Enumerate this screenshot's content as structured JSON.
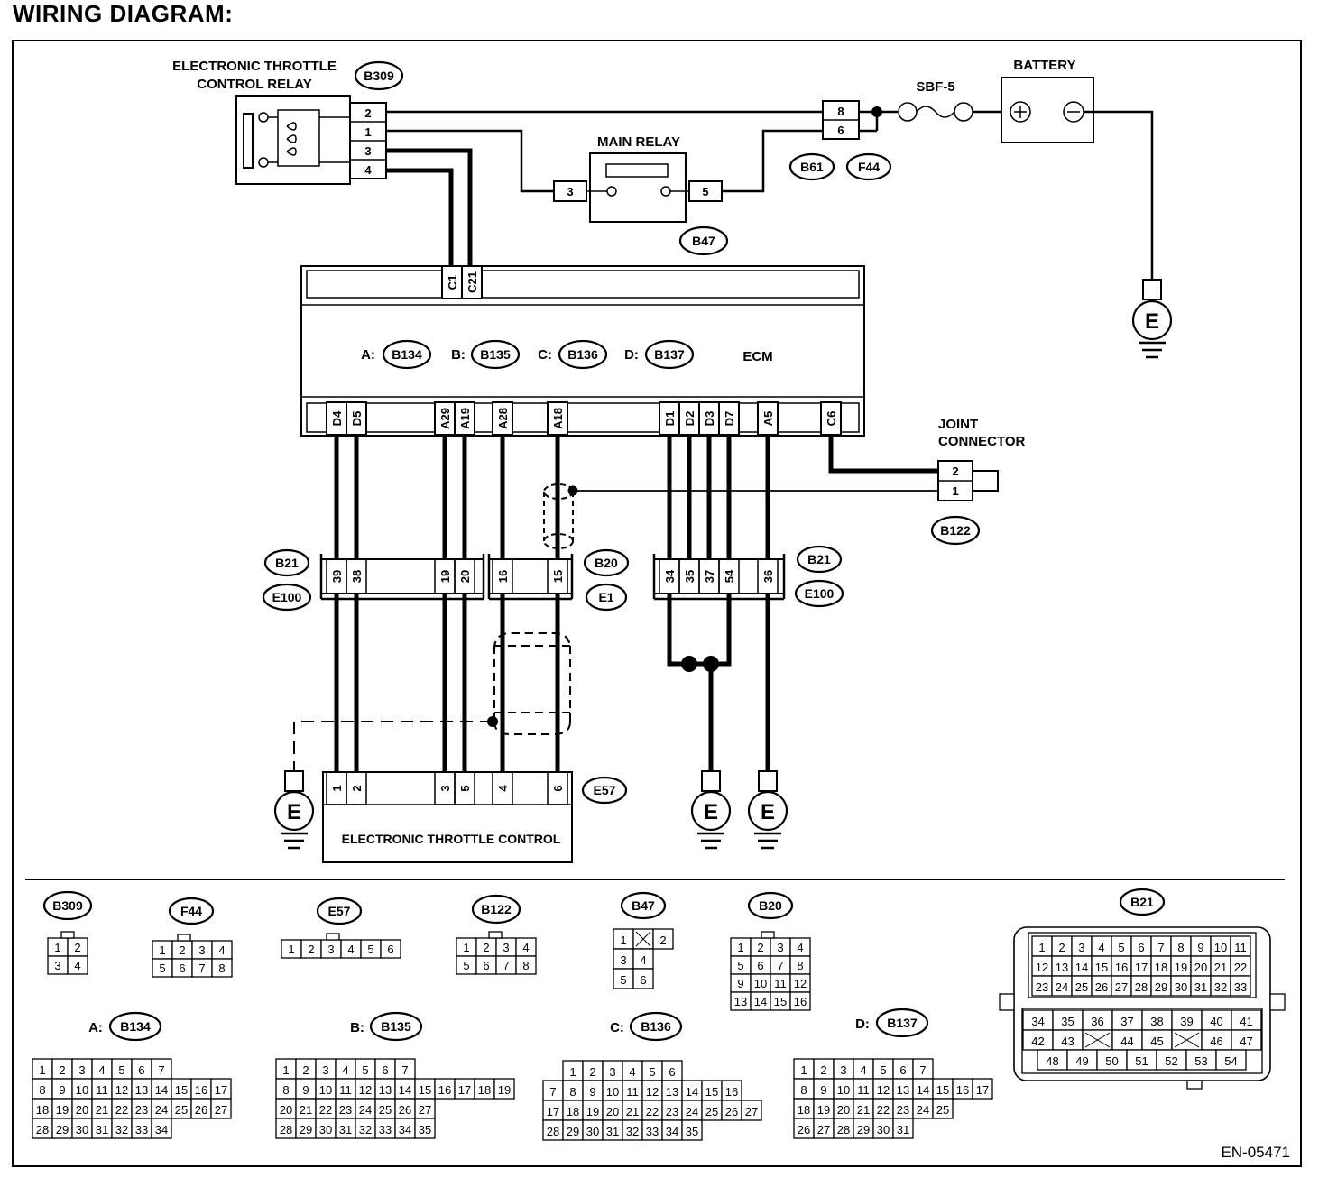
{
  "title": "WIRING DIAGRAM:",
  "footer_code": "EN-05471",
  "components": {
    "relay_label_1": "ELECTRONIC THROTTLE",
    "relay_label_2": "CONTROL RELAY",
    "main_relay": "MAIN RELAY",
    "battery": "BATTERY",
    "fuse": "SBF-5",
    "ecm": "ECM",
    "joint_1": "JOINT",
    "joint_2": "CONNECTOR",
    "etc": "ELECTRONIC THROTTLE CONTROL",
    "ground": "E"
  },
  "connector_ids": {
    "B309": "B309",
    "B61": "B61",
    "F44": "F44",
    "B47": "B47",
    "B134": "B134",
    "B135": "B135",
    "B136": "B136",
    "B137": "B137",
    "B122": "B122",
    "B21": "B21",
    "E100": "E100",
    "B20": "B20",
    "E1": "E1",
    "E57": "E57"
  },
  "ecm_prefixes": {
    "a": "A:",
    "b": "B:",
    "c": "C:",
    "d": "D:"
  },
  "relay_pins": [
    "2",
    "1",
    "3",
    "4"
  ],
  "main_relay_pins": {
    "left": "3",
    "right": "5"
  },
  "fuse_connector_pins": [
    "8",
    "6"
  ],
  "ecm_top_pins": [
    "C1",
    "C21"
  ],
  "ecm_bottom_pins": [
    "D4",
    "D5",
    "A29",
    "A19",
    "A28",
    "A18",
    "D1",
    "D2",
    "D3",
    "D7",
    "A5",
    "C6"
  ],
  "joint_pins": [
    "2",
    "1"
  ],
  "mid_conn_left": [
    "39",
    "38",
    "19",
    "20"
  ],
  "mid_conn_center": [
    "16",
    "15"
  ],
  "mid_conn_right": [
    "34",
    "35",
    "37",
    "54",
    "36"
  ],
  "etc_pins": [
    "1",
    "2",
    "3",
    "5",
    "4",
    "6"
  ],
  "faces": {
    "B309": [
      [
        "1",
        "2"
      ],
      [
        "3",
        "4"
      ]
    ],
    "F44": [
      [
        "1",
        "2",
        "3",
        "4"
      ],
      [
        "5",
        "6",
        "7",
        "8"
      ]
    ],
    "E57": [
      [
        "1",
        "2",
        "3",
        "4",
        "5",
        "6"
      ]
    ],
    "B122": [
      [
        "1",
        "2",
        "3",
        "4"
      ],
      [
        "5",
        "6",
        "7",
        "8"
      ]
    ],
    "B47": [
      [
        "1",
        "",
        "2"
      ],
      [
        "3",
        "4"
      ],
      [
        "5",
        "6"
      ]
    ],
    "B20": [
      [
        "1",
        "2",
        "3",
        "4"
      ],
      [
        "5",
        "6",
        "7",
        "8"
      ],
      [
        "9",
        "10",
        "11",
        "12"
      ],
      [
        "13",
        "14",
        "15",
        "16"
      ]
    ],
    "B21_top": [
      [
        "1",
        "2",
        "3",
        "4",
        "5",
        "6",
        "7",
        "8",
        "9",
        "10",
        "11"
      ],
      [
        "12",
        "13",
        "14",
        "15",
        "16",
        "17",
        "18",
        "19",
        "20",
        "21",
        "22"
      ],
      [
        "23",
        "24",
        "25",
        "26",
        "27",
        "28",
        "29",
        "30",
        "31",
        "32",
        "33"
      ]
    ],
    "B21_bottom": [
      [
        "34",
        "35",
        "36",
        "37",
        "38",
        "39",
        "40",
        "41"
      ],
      [
        "42",
        "43",
        "",
        "44",
        "45",
        "",
        "46",
        "47"
      ],
      [
        "48",
        "49",
        "50",
        "51",
        "52",
        "53",
        "54"
      ]
    ],
    "B134": [
      [
        "1",
        "2",
        "3",
        "4",
        "5",
        "6",
        "7"
      ],
      [
        "8",
        "9",
        "10",
        "11",
        "12",
        "13",
        "14",
        "15",
        "16",
        "17"
      ],
      [
        "18",
        "19",
        "20",
        "21",
        "22",
        "23",
        "24",
        "25",
        "26",
        "27"
      ],
      [
        "28",
        "29",
        "30",
        "31",
        "32",
        "33",
        "34"
      ]
    ],
    "B135": [
      [
        "1",
        "2",
        "3",
        "4",
        "5",
        "6",
        "7"
      ],
      [
        "8",
        "9",
        "10",
        "11",
        "12",
        "13",
        "14",
        "15",
        "16",
        "17",
        "18",
        "19"
      ],
      [
        "20",
        "21",
        "22",
        "23",
        "24",
        "25",
        "26",
        "27"
      ],
      [
        "28",
        "29",
        "30",
        "31",
        "32",
        "33",
        "34",
        "35"
      ]
    ],
    "B136": [
      [
        "1",
        "2",
        "3",
        "4",
        "5",
        "6"
      ],
      [
        "7",
        "8",
        "9",
        "10",
        "11",
        "12",
        "13",
        "14",
        "15",
        "16"
      ],
      [
        "17",
        "18",
        "19",
        "20",
        "21",
        "22",
        "23",
        "24",
        "25",
        "26",
        "27"
      ],
      [
        "28",
        "29",
        "30",
        "31",
        "32",
        "33",
        "34",
        "35"
      ]
    ],
    "B137": [
      [
        "1",
        "2",
        "3",
        "4",
        "5",
        "6",
        "7"
      ],
      [
        "8",
        "9",
        "10",
        "11",
        "12",
        "13",
        "14",
        "15",
        "16",
        "17"
      ],
      [
        "18",
        "19",
        "20",
        "21",
        "22",
        "23",
        "24",
        "25"
      ],
      [
        "26",
        "27",
        "28",
        "29",
        "30",
        "31"
      ]
    ]
  }
}
